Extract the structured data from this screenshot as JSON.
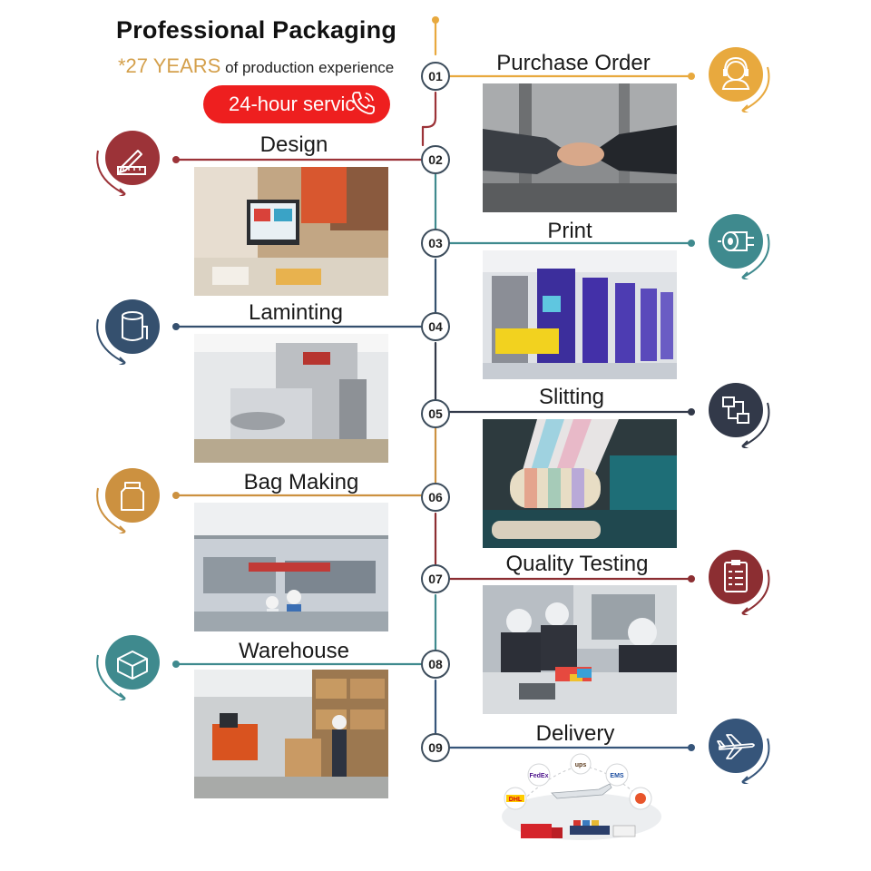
{
  "header": {
    "title": "Professional Packaging",
    "subtitle_highlight": "*27 YEARS",
    "subtitle_rest": " of production experience",
    "service_label": "24-hour servic"
  },
  "steps": [
    {
      "number": "01",
      "label": "Purchase Order",
      "icon": "customer-service-icon",
      "color": "#e8a93e"
    },
    {
      "number": "02",
      "label": "Design",
      "icon": "design-pencil-ruler-icon",
      "color": "#9c3338"
    },
    {
      "number": "03",
      "label": "Print",
      "icon": "print-roll-icon",
      "color": "#3f8a8e"
    },
    {
      "number": "04",
      "label": "Laminting",
      "icon": "film-roll-icon",
      "color": "#35506e"
    },
    {
      "number": "05",
      "label": "Slitting",
      "icon": "slitting-icon",
      "color": "#323949"
    },
    {
      "number": "06",
      "label": "Bag Making",
      "icon": "bag-icon",
      "color": "#cc9140"
    },
    {
      "number": "07",
      "label": "Quality Testing",
      "icon": "clipboard-icon",
      "color": "#8c2e32"
    },
    {
      "number": "08",
      "label": "Warehouse",
      "icon": "box-icon",
      "color": "#3f8a8e"
    },
    {
      "number": "09",
      "label": "Delivery",
      "icon": "airplane-icon",
      "color": "#36557a"
    }
  ],
  "delivery_logos": [
    "FedEx",
    "ups",
    "EMS",
    "DHL"
  ]
}
